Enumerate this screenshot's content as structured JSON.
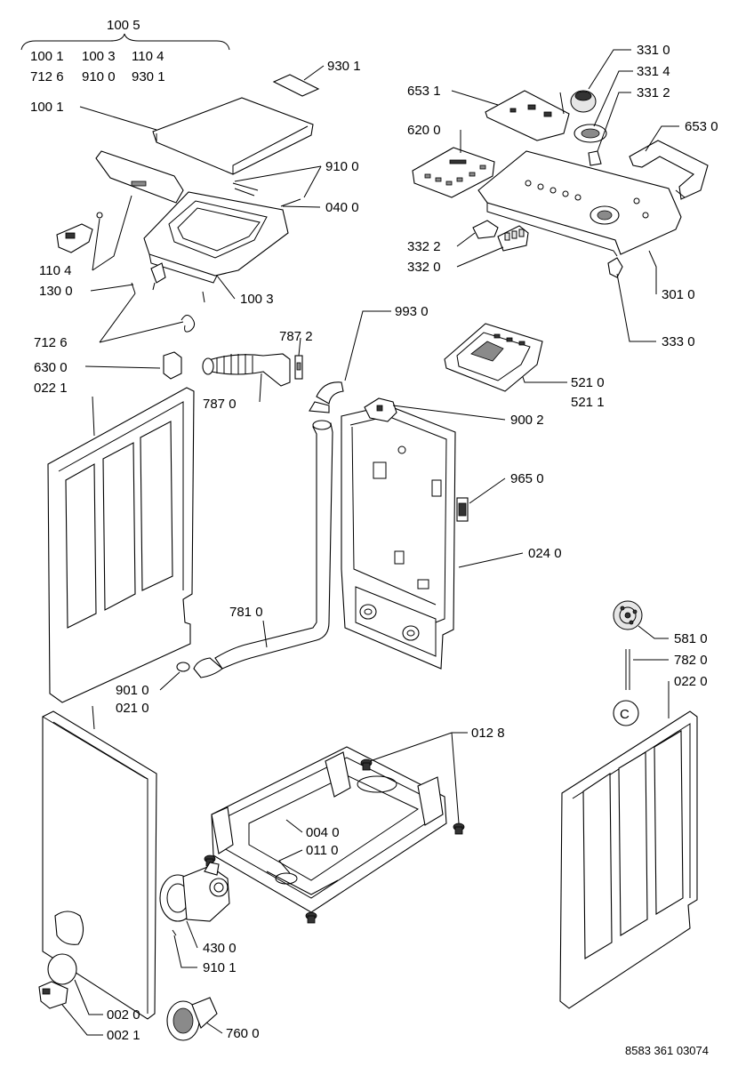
{
  "diagram": {
    "doc_number": "8583 361 03074",
    "group_header": {
      "label": "100 5",
      "items": [
        "100 1",
        "100 3",
        "110 4",
        "712 6",
        "910 0",
        "930 1"
      ]
    },
    "labels": {
      "l9301": "930 1",
      "l1001": "100 1",
      "l9100": "910 0",
      "l0400": "040 0",
      "l1104": "110 4",
      "l1300": "130 0",
      "l1003": "100 3",
      "l7126": "712 6",
      "l6300": "630 0",
      "l0221": "022 1",
      "l7872": "787 2",
      "l7870": "787 0",
      "l9930": "993 0",
      "l3310": "331 0",
      "l3314": "331 4",
      "l3312": "331 2",
      "l6531": "653 1",
      "l6530": "653 0",
      "l6200": "620 0",
      "l3322": "332 2",
      "l3320": "332 0",
      "l3010": "301 0",
      "l3330": "333 0",
      "l5210": "521 0",
      "l5211": "521 1",
      "l9002": "900 2",
      "l9650": "965 0",
      "l0240": "024 0",
      "l7810": "781 0",
      "l9010": "901 0",
      "l0210": "021 0",
      "l5810": "581 0",
      "l7820": "782 0",
      "l0220": "022 0",
      "l0128": "012 8",
      "l0040": "004 0",
      "l0110": "011 0",
      "l4300": "430 0",
      "l9101": "910 1",
      "l0020": "002 0",
      "l0021": "002 1",
      "l7600": "760 0",
      "circleC": "C"
    }
  }
}
